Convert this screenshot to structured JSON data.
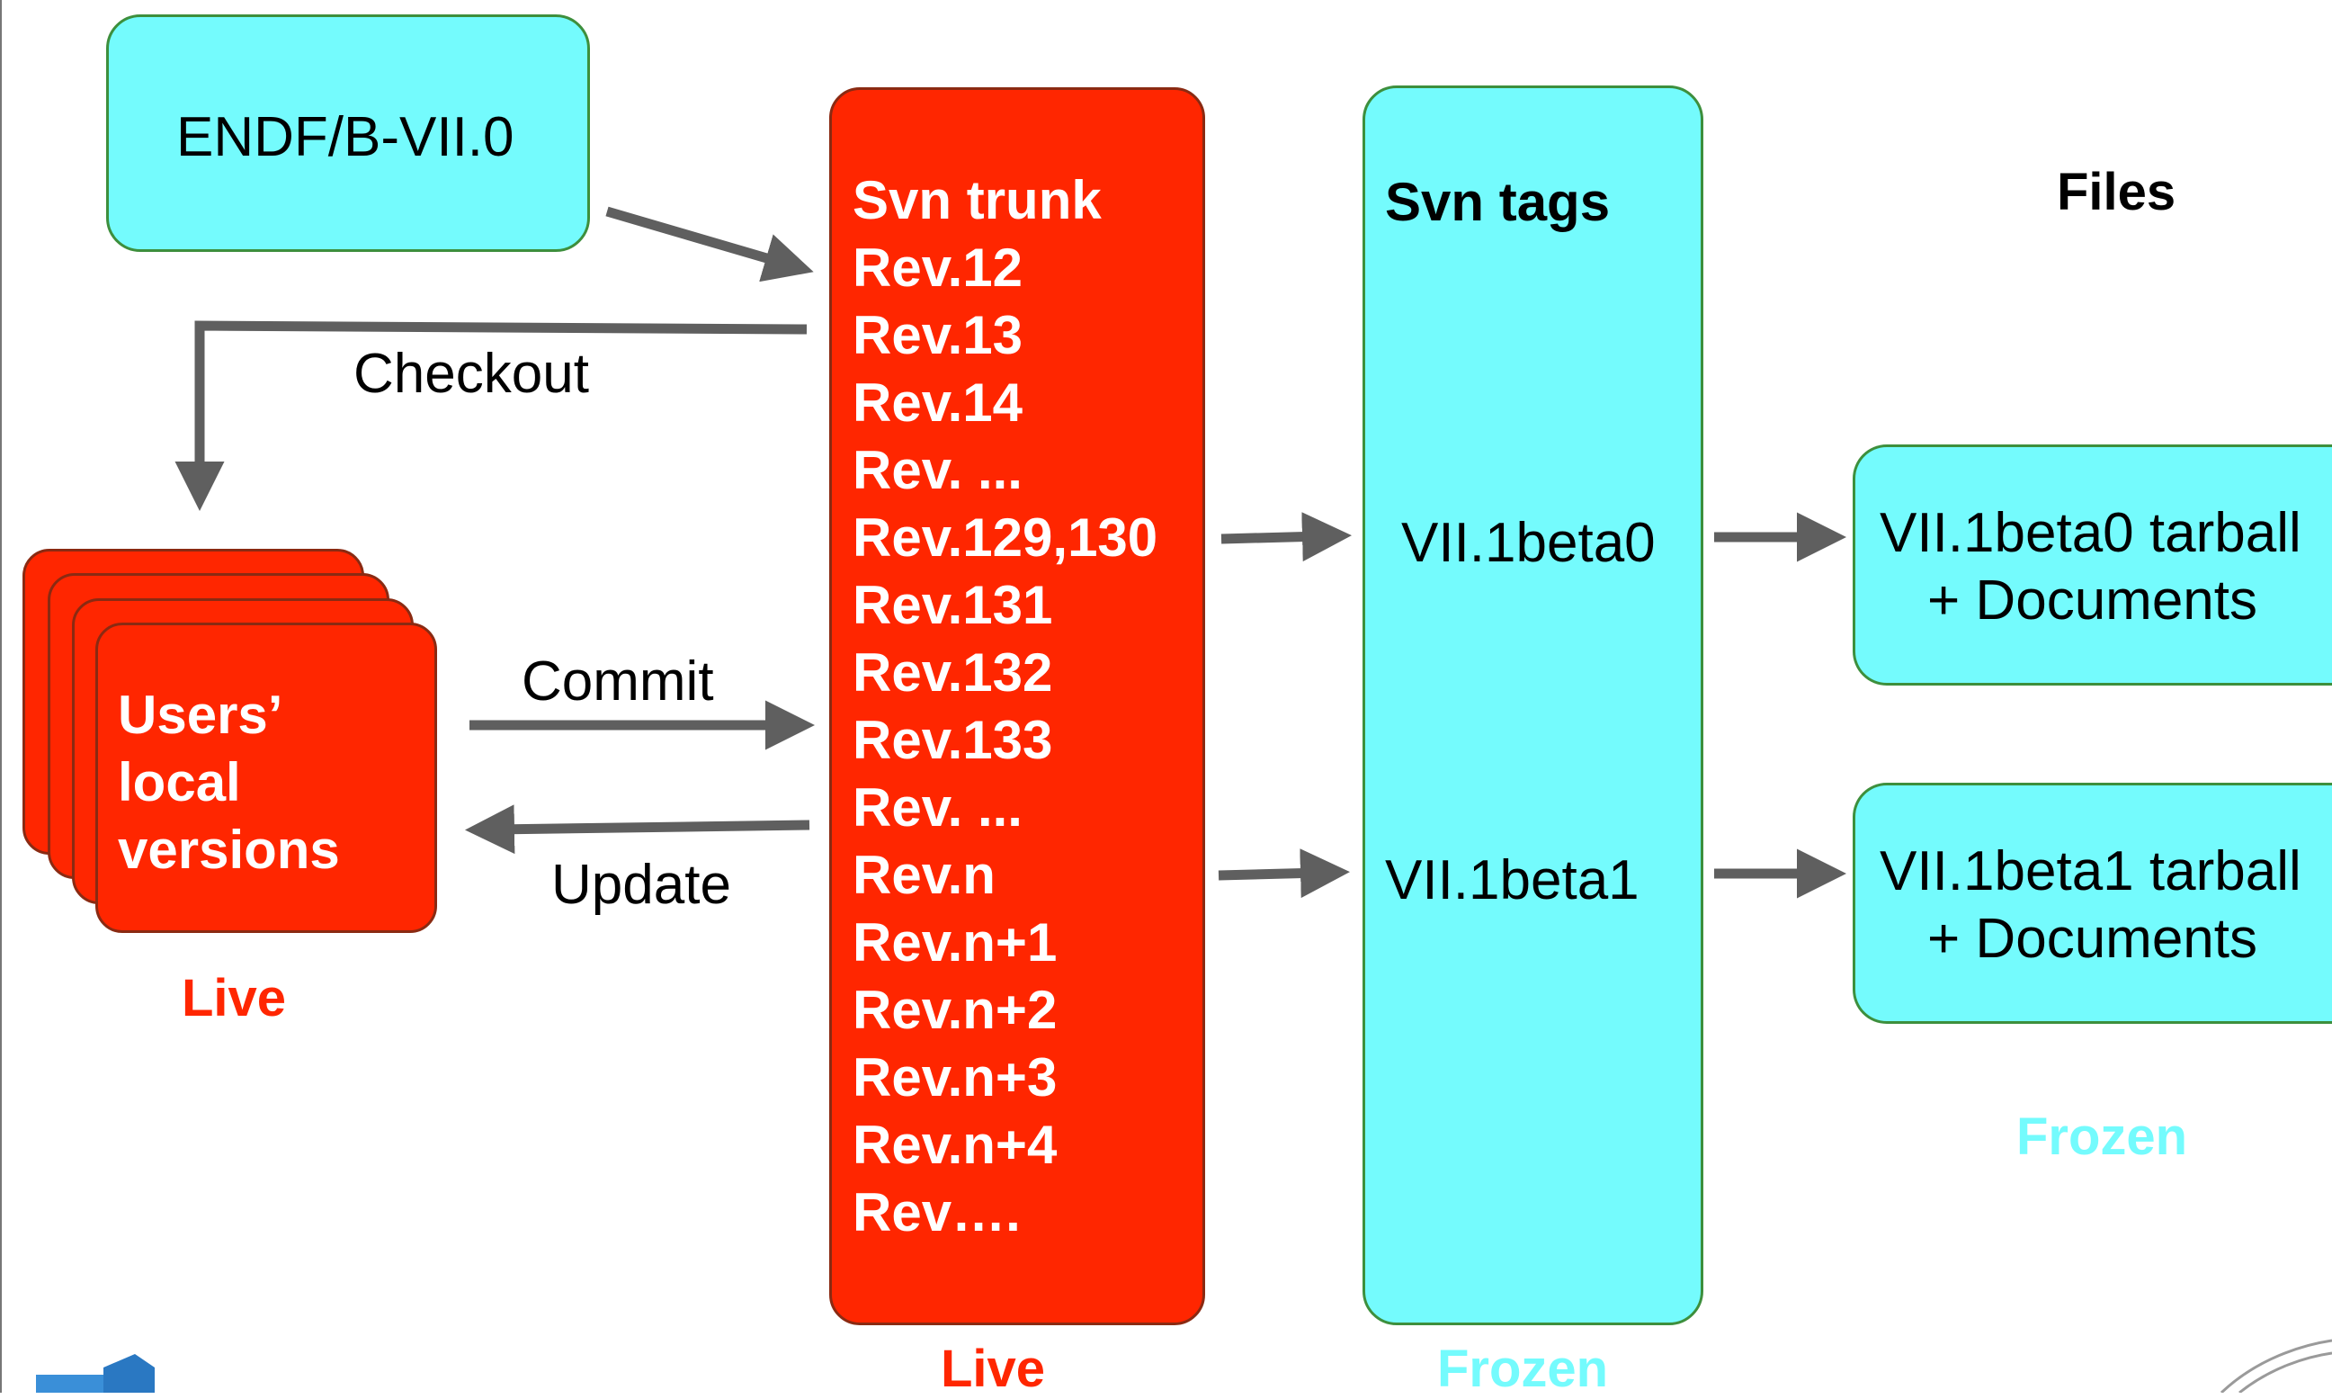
{
  "source_box": {
    "label": "ENDF/B-VII.0"
  },
  "trunk": {
    "items": [
      "Svn trunk",
      "Rev.12",
      "Rev.13",
      "Rev.14",
      "Rev. ...",
      "Rev.129,130",
      "Rev.131",
      "Rev.132",
      "Rev.133",
      "Rev. ...",
      "Rev.n",
      "Rev.n+1",
      "Rev.n+2",
      "Rev.n+3",
      "Rev.n+4",
      "Rev…."
    ],
    "status": "Live"
  },
  "tags": {
    "header": "Svn tags",
    "tag1": "VII.1beta0",
    "tag2": "VII.1beta1",
    "status": "Frozen"
  },
  "files": {
    "header": "Files",
    "file1": {
      "line1": "VII.1beta0 tarball",
      "line2": "+ Documents"
    },
    "file2": {
      "line1": "VII.1beta1 tarball",
      "line2": "+ Documents"
    },
    "status": "Frozen"
  },
  "users": {
    "line1": "Users’",
    "line2": "local",
    "line3": "versions",
    "status": "Live"
  },
  "arrows": {
    "checkout": "Checkout",
    "commit": "Commit",
    "update": "Update"
  },
  "colors": {
    "live": "#FF2600",
    "frozen": "#74FBFD",
    "arrow": "#5f5f5f"
  }
}
